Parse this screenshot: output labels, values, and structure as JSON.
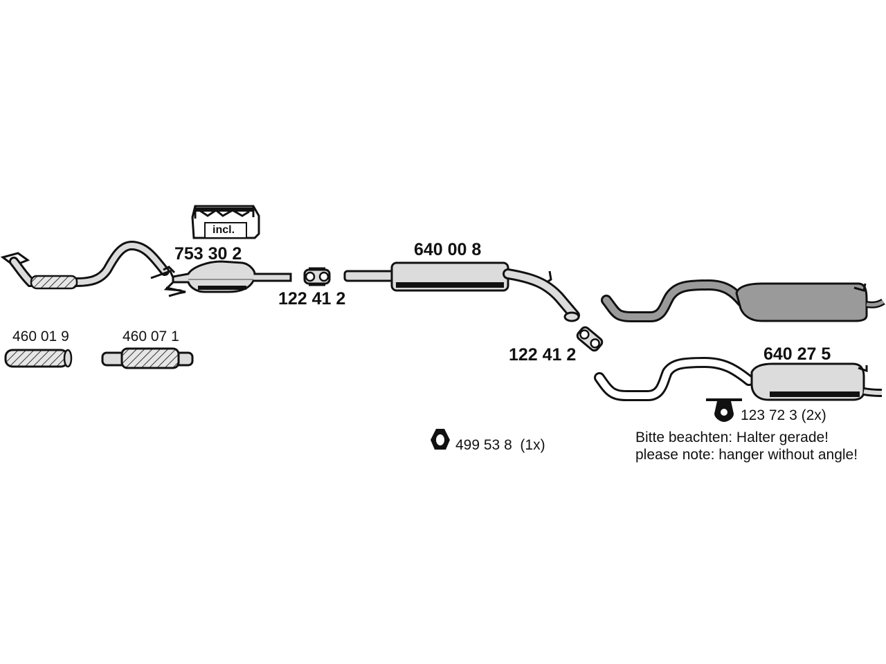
{
  "part_labels": {
    "manifold_pipe": "",
    "flex_a": "460 01 9",
    "flex_b": "460 07 1",
    "catalyst": "753 30 2",
    "incl_box": "incl.",
    "clamp_1": "122 41 2",
    "front_silencer": "640 00 8",
    "clamp_2": "122 41 2",
    "rear_silencer": "640 27 5",
    "hanger_rear": "123 72 3 (2x)",
    "hanger_mid": "499 53 8  (1x)"
  },
  "notes": {
    "line_de": "Bitte beachten: Halter gerade!",
    "line_en": "please note: hanger without angle!"
  },
  "colors": {
    "ink": "#111111",
    "pipe_fill": "#dcdcdc",
    "shadow_part": "#9a9a9a"
  }
}
